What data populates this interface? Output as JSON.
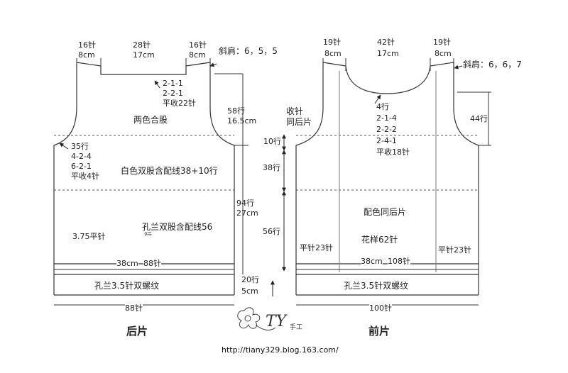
{
  "back": {
    "top_left": {
      "stitches": "16针",
      "cm": "8cm"
    },
    "top_mid": {
      "stitches": "28针",
      "cm": "17cm"
    },
    "top_right": {
      "stitches": "16针",
      "cm": "8cm"
    },
    "shoulder_slope": "斜肩：6，5，5",
    "neck_decrease": [
      "2-1-1",
      "2-2-1",
      "平收22针"
    ],
    "two_color": "两色合股",
    "armhole_height": {
      "rows": "58行",
      "cm": "16.5cm"
    },
    "armhole_decrease": [
      "35行",
      "4-2-4",
      "6-2-1",
      "平收4针"
    ],
    "white_yarn": "白色双股含配线38+10行",
    "body_height": {
      "rows": "94行",
      "cm": "27cm"
    },
    "peacock_yarn": "孔兰双股含配线56",
    "peacock_yarn_cut": "行",
    "needle": "3.75平针",
    "width": {
      "cm": "38cm",
      "stitches": "88针"
    },
    "rib_height": {
      "rows": "20行",
      "cm": "5cm"
    },
    "rib": "孔兰3.5针双螺纹",
    "cast_on": "88针",
    "title": "后片"
  },
  "middle": {
    "note": [
      "收针",
      "同后片"
    ],
    "rows_10": "10行",
    "rows_38": "38行",
    "rows_56": "56行"
  },
  "front": {
    "top_left": {
      "stitches": "19针",
      "cm": "8cm"
    },
    "top_mid": {
      "stitches": "42针",
      "cm": "17cm"
    },
    "top_right": {
      "stitches": "19针",
      "cm": "8cm"
    },
    "shoulder_slope": "斜肩：6，6，7",
    "neck_decrease": [
      "4行",
      "2-1-4",
      "2-2-2",
      "2-4-1",
      "平收18针"
    ],
    "rows_44": "44行",
    "color_note": "配色同后片",
    "pattern": "花样62针",
    "side_left": "平针23针",
    "side_right": "平针23针",
    "width": {
      "cm": "38cm",
      "stitches": "108针"
    },
    "rib": "孔兰3.5针双螺纹",
    "cast_on": "100针",
    "title": "前片"
  },
  "logo": {
    "mark": "TY",
    "text": "手工"
  },
  "url": "http://tiany329.blog.163.com/"
}
